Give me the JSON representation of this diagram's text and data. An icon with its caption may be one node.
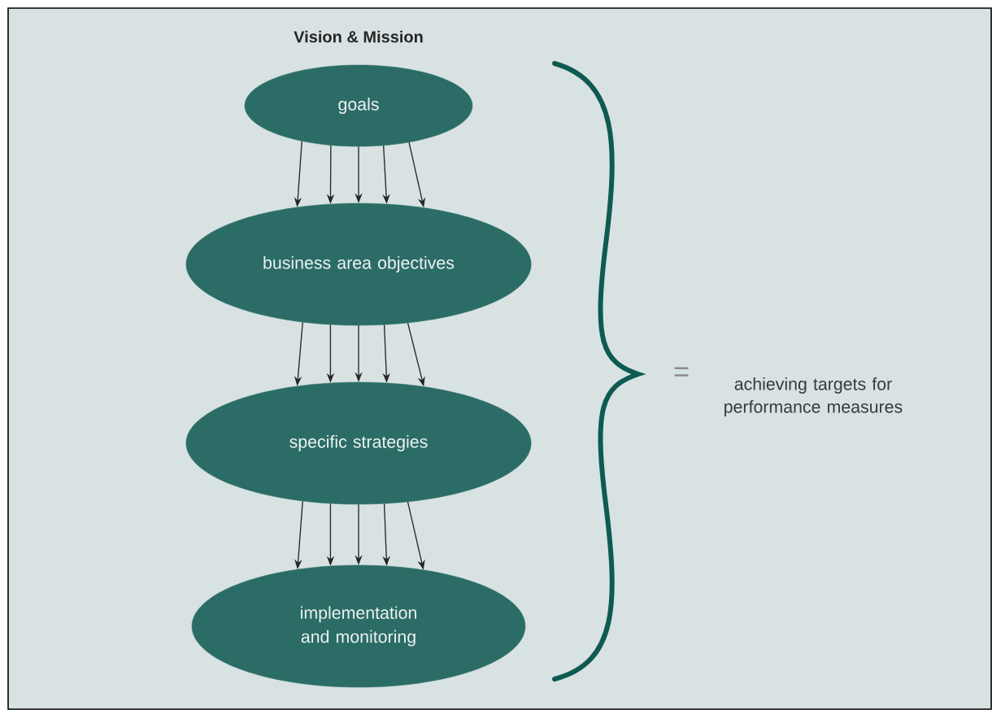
{
  "diagram": {
    "title": "Vision & Mission",
    "nodes": [
      {
        "text": [
          "goals"
        ]
      },
      {
        "text": [
          "business area objectives"
        ]
      },
      {
        "text": [
          "specific strategies"
        ]
      },
      {
        "text": [
          "implementation and monitoring"
        ]
      }
    ],
    "edges": [
      {
        "from": 0,
        "to": 1,
        "arrow": "to"
      },
      {
        "from": 0,
        "to": 1,
        "arrow": "to"
      },
      {
        "from": 0,
        "to": 1,
        "arrow": "to"
      },
      {
        "from": 0,
        "to": 1,
        "arrow": "to"
      },
      {
        "from": 0,
        "to": 1,
        "arrow": "to"
      },
      {
        "from": 1,
        "to": 2,
        "arrow": "to"
      },
      {
        "from": 1,
        "to": 2,
        "arrow": "to"
      },
      {
        "from": 1,
        "to": 2,
        "arrow": "to"
      },
      {
        "from": 1,
        "to": 2,
        "arrow": "to"
      },
      {
        "from": 1,
        "to": 2,
        "arrow": "to"
      },
      {
        "from": 2,
        "to": 3,
        "arrow": "to"
      },
      {
        "from": 2,
        "to": 3,
        "arrow": "to"
      },
      {
        "from": 2,
        "to": 3,
        "arrow": "to"
      },
      {
        "from": 2,
        "to": 3,
        "arrow": "to"
      },
      {
        "from": 2,
        "to": 3,
        "arrow": "to"
      }
    ],
    "labels": [
      "=",
      "achieving targets for performance measures"
    ]
  }
}
